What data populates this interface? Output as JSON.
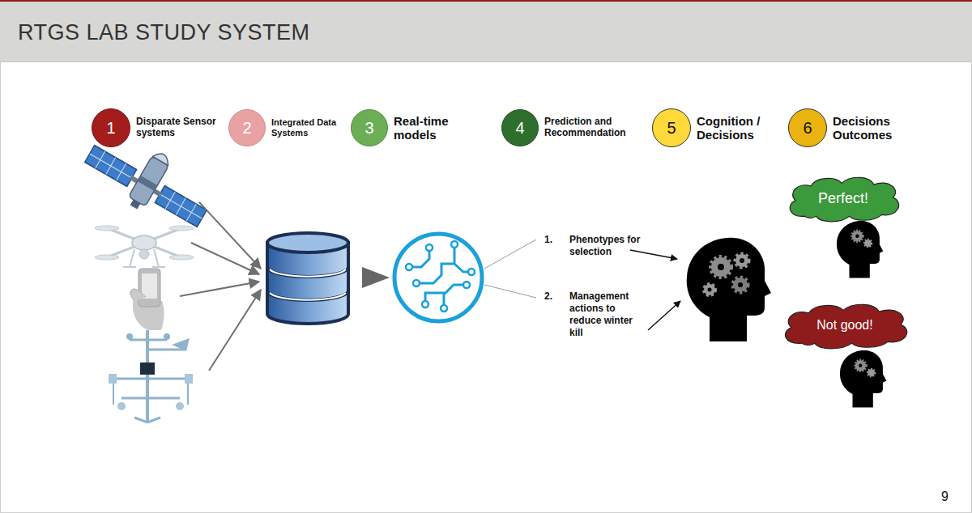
{
  "diagram": {
    "title": "RTGS LAB STUDY SYSTEM",
    "nodes": [
      {
        "text": [
          "1",
          "Disparate Sensor systems"
        ]
      },
      {
        "text": [
          "2",
          "Integrated Data Systems"
        ]
      },
      {
        "text": [
          "3",
          "Real-time models"
        ]
      },
      {
        "text": [
          "4",
          "Prediction and Recommendation"
        ]
      },
      {
        "text": [
          "5",
          "Cognition / Decisions"
        ]
      },
      {
        "text": [
          "6",
          "Decisions Outcomes"
        ]
      },
      {
        "text": [
          "Perfect!"
        ]
      },
      {
        "text": [
          "Not good!"
        ]
      }
    ],
    "labels": [
      "1.",
      "Phenotypes for selection",
      "2.",
      "Management actions to reduce winter kill",
      "9"
    ]
  }
}
